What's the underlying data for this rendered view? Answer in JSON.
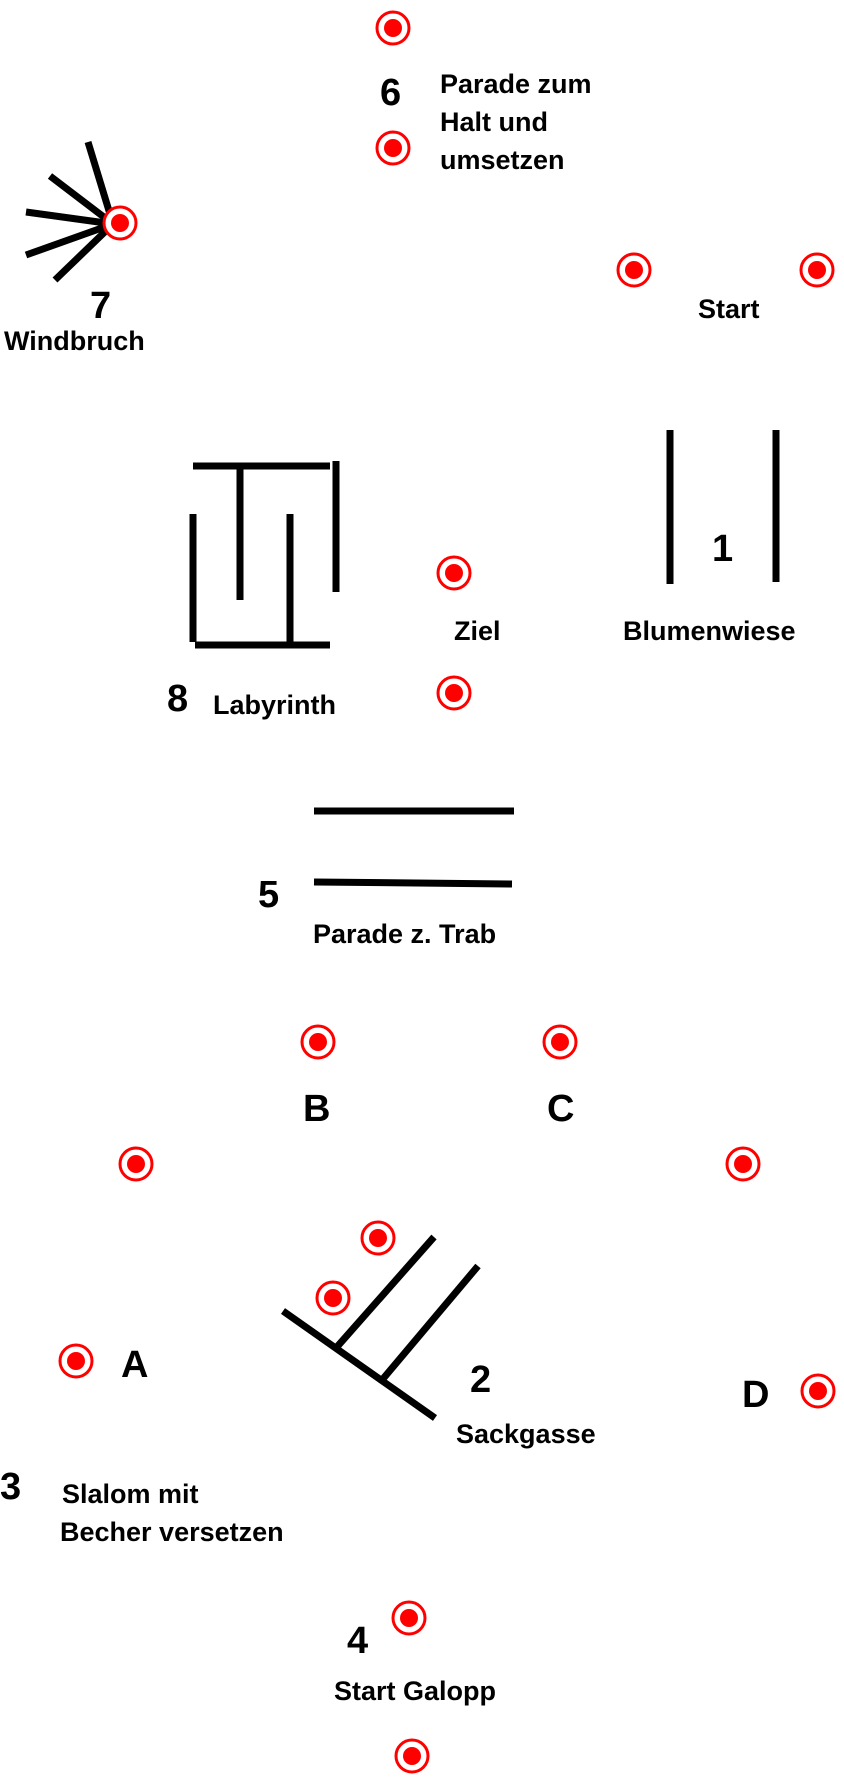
{
  "colors": {
    "marker": "#ff0000",
    "lines": "#000000",
    "text": "#000000",
    "background": "#ffffff"
  },
  "stations": {
    "s1": {
      "number": "1",
      "label": "Blumenwiese"
    },
    "s2": {
      "number": "2",
      "label": "Sackgasse"
    },
    "s3": {
      "number": "3",
      "label_line1": "Slalom mit",
      "label_line2": "Becher versetzen"
    },
    "s4": {
      "number": "4",
      "label": "Start Galopp"
    },
    "s5": {
      "number": "5",
      "label": "Parade z. Trab"
    },
    "s6": {
      "number": "6",
      "label_line1": "Parade zum",
      "label_line2": "Halt und",
      "label_line3": "umsetzen"
    },
    "s7": {
      "number": "7",
      "label": "Windbruch"
    },
    "s8": {
      "number": "8",
      "label": "Labyrinth"
    }
  },
  "start_label": "Start",
  "finish_label": "Ziel",
  "corner_letters": {
    "a": "A",
    "b": "B",
    "c": "C",
    "d": "D"
  },
  "marker_icon": "target-marker-icon"
}
